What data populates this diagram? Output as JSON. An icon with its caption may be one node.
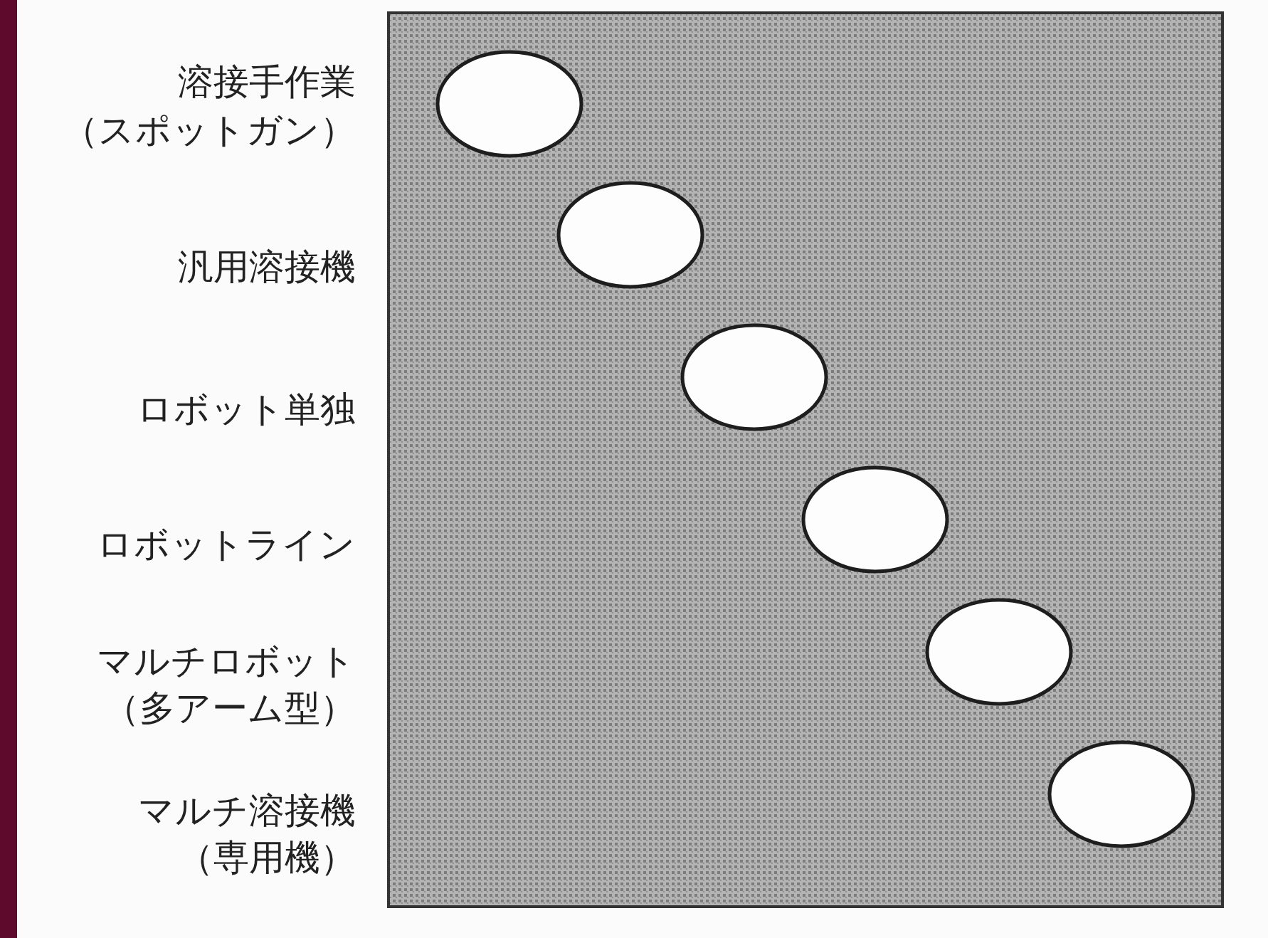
{
  "diagram": {
    "nodes": [
      {
        "text": [],
        "shape": "box"
      },
      {
        "text": [],
        "shape": "circle",
        "in": 0
      },
      {
        "text": [],
        "shape": "circle",
        "in": 0
      },
      {
        "text": [],
        "shape": "circle",
        "in": 0
      },
      {
        "text": [],
        "shape": "circle",
        "in": 0
      },
      {
        "text": [],
        "shape": "circle",
        "in": 0
      },
      {
        "text": [],
        "shape": "circle",
        "in": 0
      }
    ],
    "edges": [],
    "labels": [
      "溶接手作業",
      "（スポットガン）",
      "汎用溶接機",
      "ロボット単独",
      "ロボットライン",
      "マルチロボット",
      "（多アーム型）",
      "マルチ溶接機",
      "（専用機）"
    ]
  }
}
